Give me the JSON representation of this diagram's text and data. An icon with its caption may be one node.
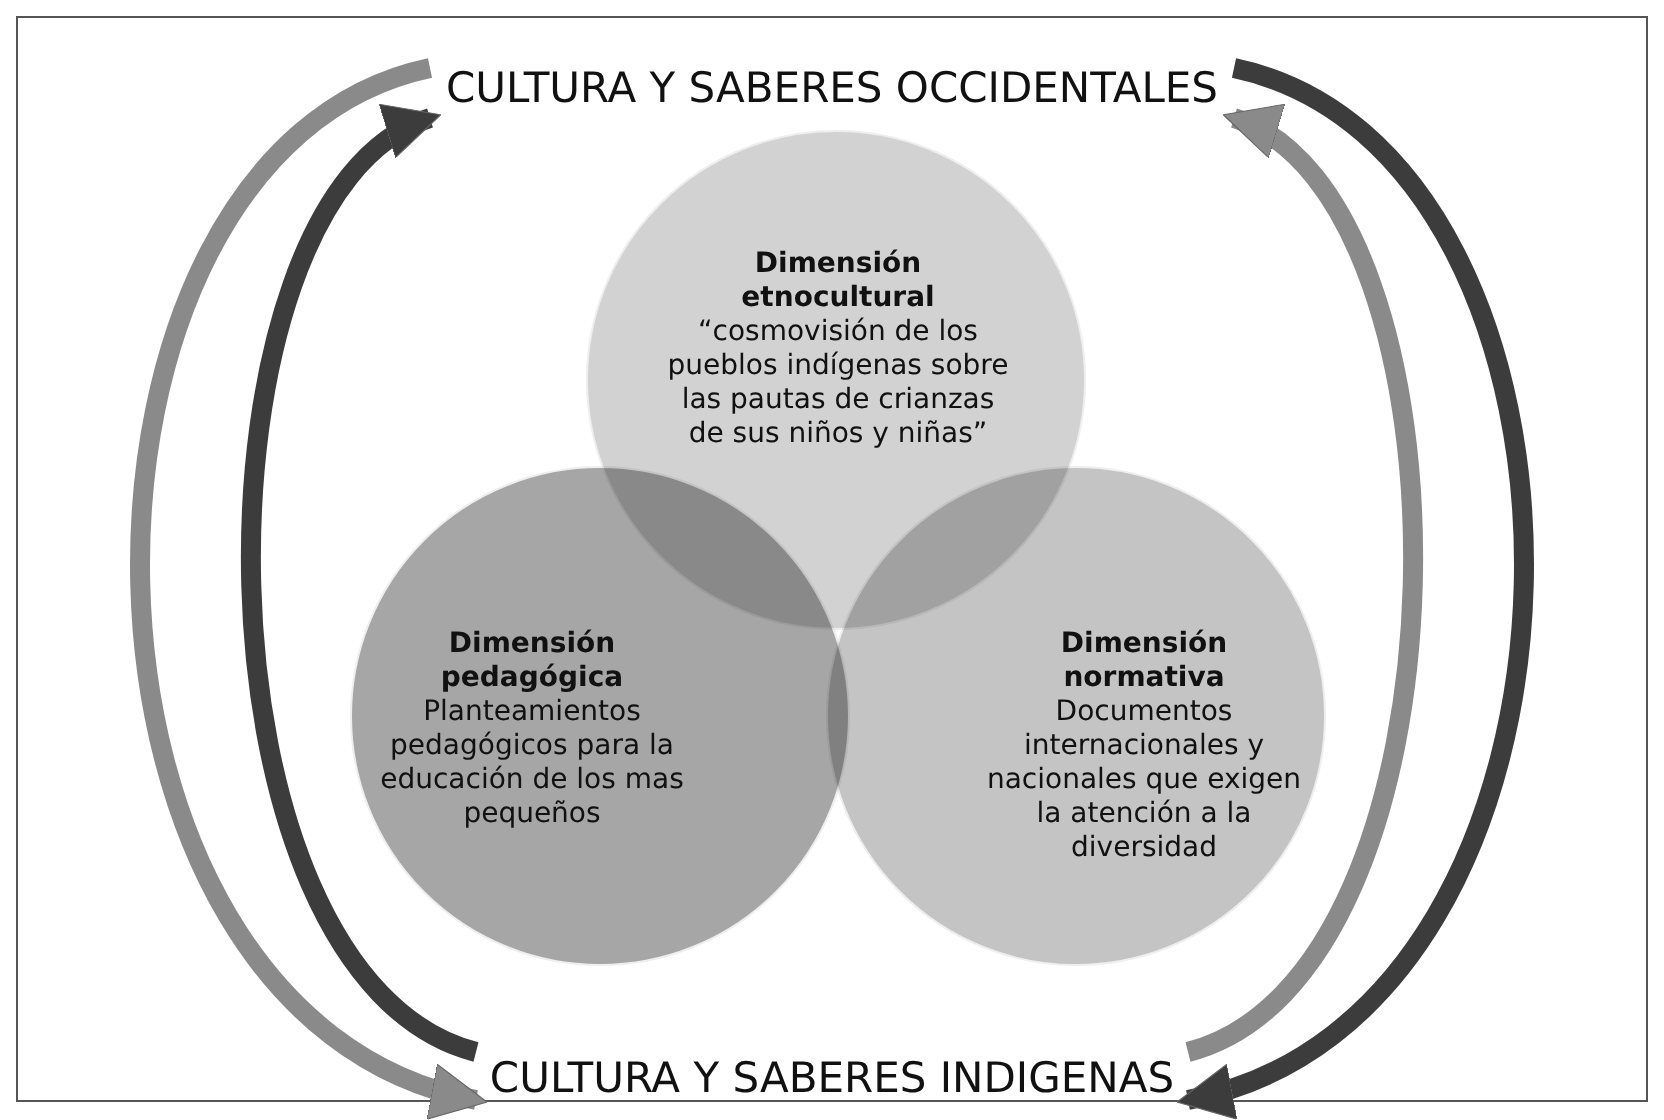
{
  "diagram": {
    "nodes": [
      {
        "text": [
          "CULTURA Y SABERES OCCIDENTALES"
        ]
      },
      {
        "text": [
          "CULTURA Y SABERES INDIGENAS"
        ]
      },
      {
        "text": [
          "Dimensión etnocultural",
          "“cosmovisión de los pueblos indígenas sobre las pautas de crianzas de sus niños y niñas”"
        ]
      },
      {
        "text": [
          "Dimensión pedagógica",
          "Planteamientos pedagógicos para la educación de los mas pequeños"
        ]
      },
      {
        "text": [
          "Dimensión normativa",
          "Documentos internacionales y nacionales que exigen la atención a la diversidad"
        ]
      }
    ],
    "edges": [
      {
        "from": 0,
        "to": 1,
        "arrow": "to",
        "color": "#8a8a8a"
      },
      {
        "from": 1,
        "to": 0,
        "arrow": "to",
        "color": "#3c3c3c"
      },
      {
        "from": 1,
        "to": 0,
        "arrow": "to",
        "color": "#8a8a8a"
      },
      {
        "from": 0,
        "to": 1,
        "arrow": "to",
        "color": "#3c3c3c"
      }
    ]
  }
}
